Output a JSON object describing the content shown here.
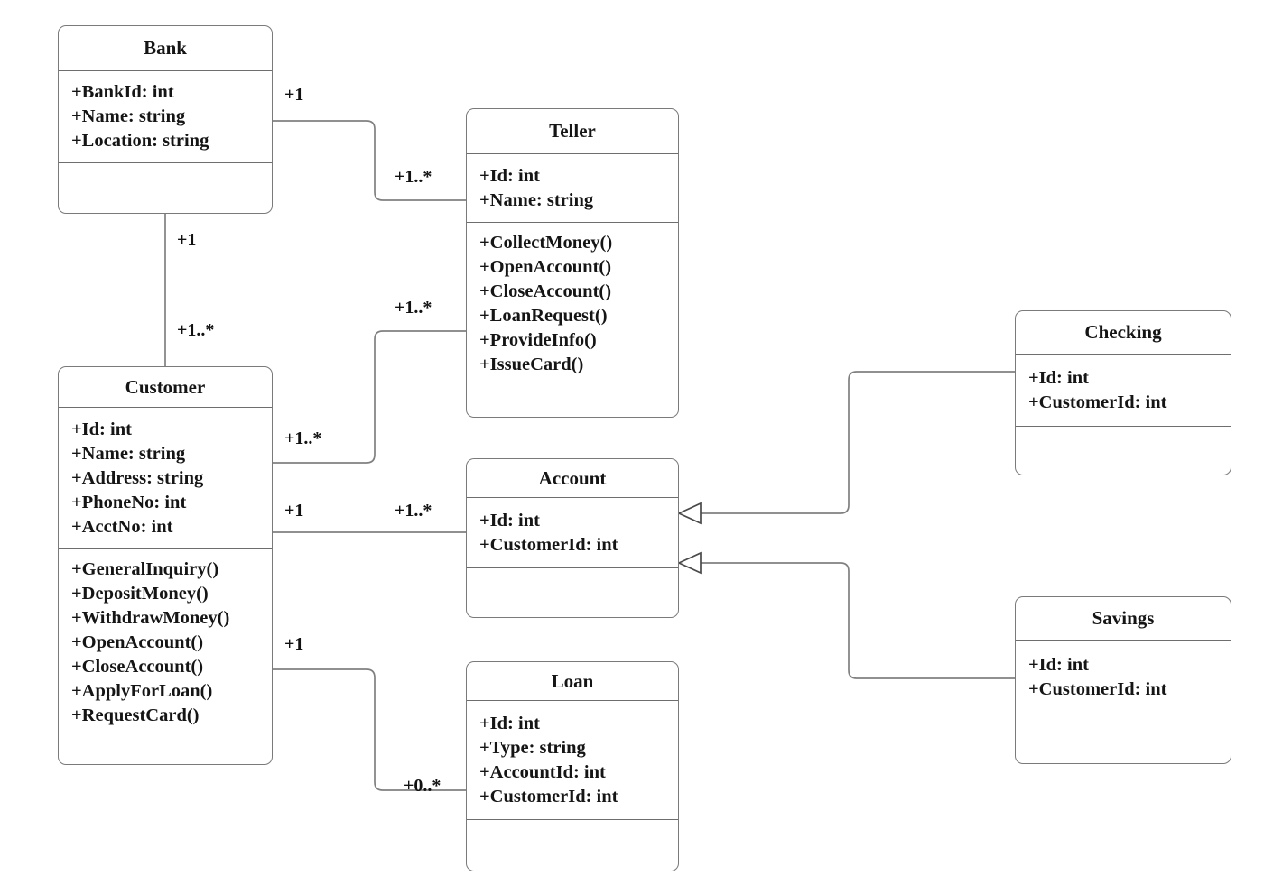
{
  "diagram": {
    "title": "Bank System UML Class Diagram",
    "type": "uml-class-diagram",
    "stroke_color": "#808080",
    "text_color": "#151515",
    "background": "#ffffff"
  },
  "classes": [
    {
      "id": "bank",
      "name": "Bank",
      "attributes": [
        "+BankId: int",
        "+Name: string",
        "+Location: string"
      ],
      "operations": []
    },
    {
      "id": "teller",
      "name": "Teller",
      "attributes": [
        "+Id: int",
        "+Name: string"
      ],
      "operations": [
        "+CollectMoney()",
        "+OpenAccount()",
        "+CloseAccount()",
        "+LoanRequest()",
        "+ProvideInfo()",
        "+IssueCard()"
      ]
    },
    {
      "id": "customer",
      "name": "Customer",
      "attributes": [
        "+Id: int",
        "+Name: string",
        "+Address: string",
        "+PhoneNo: int",
        "+AcctNo: int"
      ],
      "operations": [
        "+GeneralInquiry()",
        "+DepositMoney()",
        "+WithdrawMoney()",
        "+OpenAccount()",
        "+CloseAccount()",
        "+ApplyForLoan()",
        "+RequestCard()"
      ]
    },
    {
      "id": "account",
      "name": "Account",
      "attributes": [
        "+Id: int",
        "+CustomerId: int"
      ],
      "operations": []
    },
    {
      "id": "loan",
      "name": "Loan",
      "attributes": [
        "+Id: int",
        "+Type: string",
        "+AccountId: int",
        "+CustomerId: int"
      ],
      "operations": []
    },
    {
      "id": "checking",
      "name": "Checking",
      "attributes": [
        "+Id: int",
        "+CustomerId: int"
      ],
      "operations": []
    },
    {
      "id": "savings",
      "name": "Savings",
      "attributes": [
        "+Id: int",
        "+CustomerId: int"
      ],
      "operations": []
    }
  ],
  "relationships": [
    {
      "id": "bank-teller",
      "from": "bank",
      "to": "teller",
      "kind": "association",
      "source_multiplicity": "+1",
      "target_multiplicity": "+1..*"
    },
    {
      "id": "bank-customer",
      "from": "bank",
      "to": "customer",
      "kind": "association",
      "source_multiplicity": "+1",
      "target_multiplicity": "+1..*"
    },
    {
      "id": "customer-teller",
      "from": "customer",
      "to": "teller",
      "kind": "association",
      "source_multiplicity": "+1..*",
      "target_multiplicity": "+1..*"
    },
    {
      "id": "customer-account",
      "from": "customer",
      "to": "account",
      "kind": "association",
      "source_multiplicity": "+1",
      "target_multiplicity": "+1..*"
    },
    {
      "id": "customer-loan",
      "from": "customer",
      "to": "loan",
      "kind": "association",
      "source_multiplicity": "+1",
      "target_multiplicity": "+0..*"
    },
    {
      "id": "checking-account",
      "from": "checking",
      "to": "account",
      "kind": "generalization",
      "source_multiplicity": "",
      "target_multiplicity": ""
    },
    {
      "id": "savings-account",
      "from": "savings",
      "to": "account",
      "kind": "generalization",
      "source_multiplicity": "",
      "target_multiplicity": ""
    }
  ],
  "multiplicity_labels": [
    {
      "id": "bank-teller-src",
      "text": "+1"
    },
    {
      "id": "bank-teller-tgt",
      "text": "+1..*"
    },
    {
      "id": "bank-customer-src",
      "text": "+1"
    },
    {
      "id": "bank-customer-tgt",
      "text": "+1..*"
    },
    {
      "id": "customer-teller-tgt",
      "text": "+1..*"
    },
    {
      "id": "customer-teller-src",
      "text": "+1..*"
    },
    {
      "id": "customer-account-src",
      "text": "+1"
    },
    {
      "id": "customer-account-tgt",
      "text": "+1..*"
    },
    {
      "id": "customer-loan-src",
      "text": "+1"
    },
    {
      "id": "customer-loan-tgt",
      "text": "+0..*"
    }
  ]
}
